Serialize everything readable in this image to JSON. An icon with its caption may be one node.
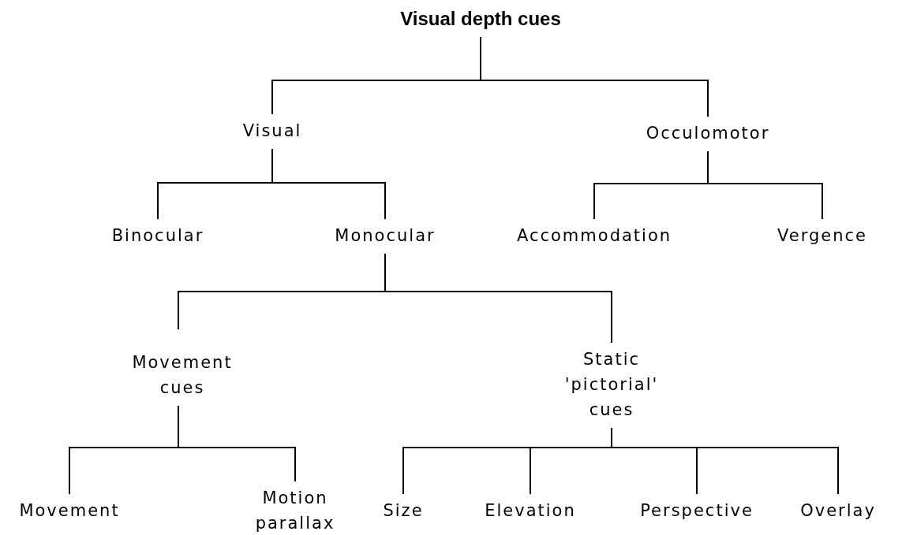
{
  "diagram": {
    "nodes": [
      {
        "text": [
          "Visual depth cues"
        ]
      },
      {
        "text": [
          "Visual"
        ]
      },
      {
        "text": [
          "Occulomotor"
        ]
      },
      {
        "text": [
          "Binocular"
        ]
      },
      {
        "text": [
          "Monocular"
        ]
      },
      {
        "text": [
          "Accommodation"
        ]
      },
      {
        "text": [
          "Vergence"
        ]
      },
      {
        "text": [
          "Movement cues"
        ]
      },
      {
        "text": [
          "Static 'pictorial' cues"
        ]
      },
      {
        "text": [
          "Movement"
        ]
      },
      {
        "text": [
          "Motion parallax"
        ]
      },
      {
        "text": [
          "Size"
        ]
      },
      {
        "text": [
          "Elevation"
        ]
      },
      {
        "text": [
          "Perspective"
        ]
      },
      {
        "text": [
          "Overlay"
        ]
      }
    ],
    "edges": [
      {
        "from": 0,
        "to": 1,
        "arrow": "none"
      },
      {
        "from": 0,
        "to": 2,
        "arrow": "none"
      },
      {
        "from": 1,
        "to": 3,
        "arrow": "none"
      },
      {
        "from": 1,
        "to": 4,
        "arrow": "none"
      },
      {
        "from": 2,
        "to": 5,
        "arrow": "none"
      },
      {
        "from": 2,
        "to": 6,
        "arrow": "none"
      },
      {
        "from": 4,
        "to": 7,
        "arrow": "none"
      },
      {
        "from": 4,
        "to": 8,
        "arrow": "none"
      },
      {
        "from": 7,
        "to": 9,
        "arrow": "none"
      },
      {
        "from": 7,
        "to": 10,
        "arrow": "none"
      },
      {
        "from": 8,
        "to": 11,
        "arrow": "none"
      },
      {
        "from": 8,
        "to": 12,
        "arrow": "none"
      },
      {
        "from": 8,
        "to": 13,
        "arrow": "none"
      },
      {
        "from": 8,
        "to": 14,
        "arrow": "none"
      }
    ]
  }
}
